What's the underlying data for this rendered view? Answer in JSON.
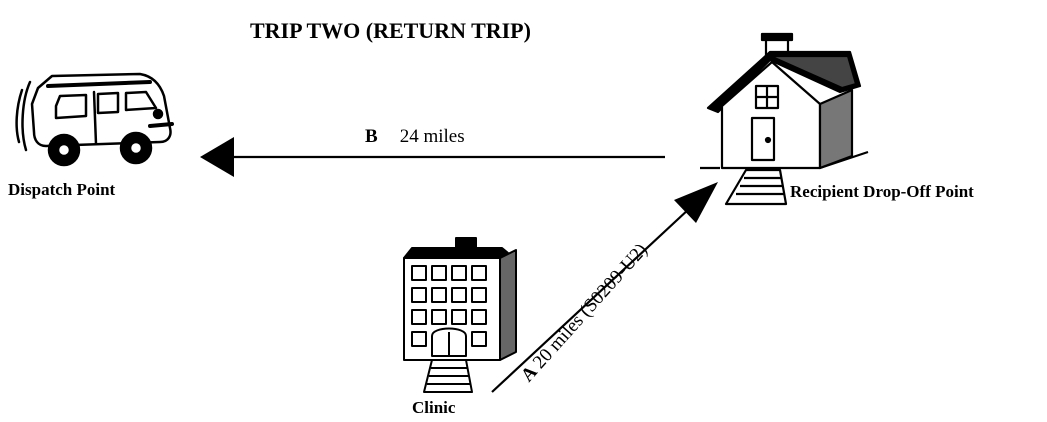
{
  "title": "TRIP TWO (RETURN TRIP)",
  "nodes": {
    "dispatch": {
      "label": "Dispatch Point",
      "icon": "van-icon"
    },
    "recipient": {
      "label": "Recipient Drop-Off Point",
      "icon": "house-icon"
    },
    "clinic": {
      "label": "Clinic",
      "icon": "building-icon"
    }
  },
  "segments": {
    "b": {
      "letter": "B",
      "distance": "24 miles"
    },
    "a": {
      "letter": "A",
      "distance": "20 miles (S0209-U2)"
    }
  }
}
